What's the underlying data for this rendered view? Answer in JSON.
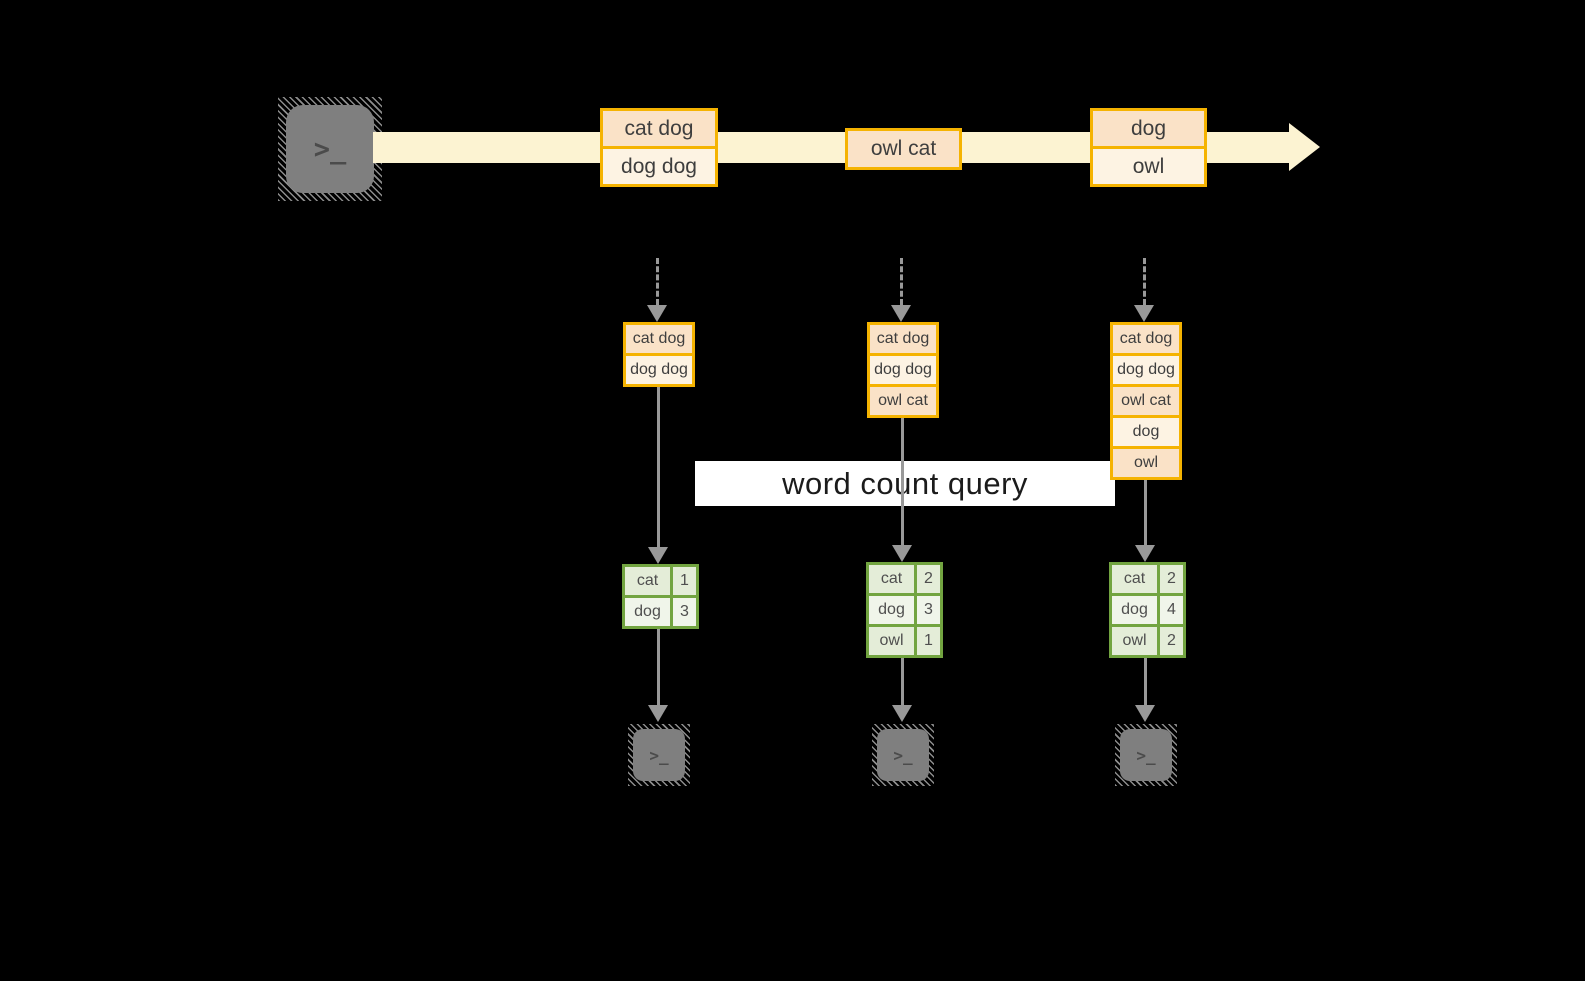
{
  "title": {
    "label": "word count query"
  },
  "icons": {
    "terminal_prompt": ">_"
  },
  "stream": {
    "events": [
      {
        "rows": [
          "cat dog",
          "dog dog"
        ]
      },
      {
        "rows": [
          "owl cat"
        ]
      },
      {
        "rows": [
          "dog",
          "owl"
        ]
      }
    ]
  },
  "columns": [
    {
      "buffer": [
        "cat dog",
        "dog dog"
      ],
      "counts": [
        {
          "word": "cat",
          "value": 1
        },
        {
          "word": "dog",
          "value": 3
        }
      ]
    },
    {
      "buffer": [
        "cat dog",
        "dog dog",
        "owl cat"
      ],
      "counts": [
        {
          "word": "cat",
          "value": 2
        },
        {
          "word": "dog",
          "value": 3
        },
        {
          "word": "owl",
          "value": 1
        }
      ]
    },
    {
      "buffer": [
        "cat dog",
        "dog dog",
        "owl cat",
        "dog",
        "owl"
      ],
      "counts": [
        {
          "word": "cat",
          "value": 2
        },
        {
          "word": "dog",
          "value": 4
        },
        {
          "word": "owl",
          "value": 2
        }
      ]
    }
  ],
  "colors": {
    "background": "#000000",
    "accent_amber": "#f5b301",
    "event_peach": "#fae2c7",
    "event_cream": "#fdf3e3",
    "stream_band": "#fcf3d2",
    "green_border": "#72a440",
    "green_tint": "#e4edd8",
    "green_light": "#f0f5ea",
    "arrow_gray": "#999999",
    "terminal_gray": "#7f7f7f"
  }
}
